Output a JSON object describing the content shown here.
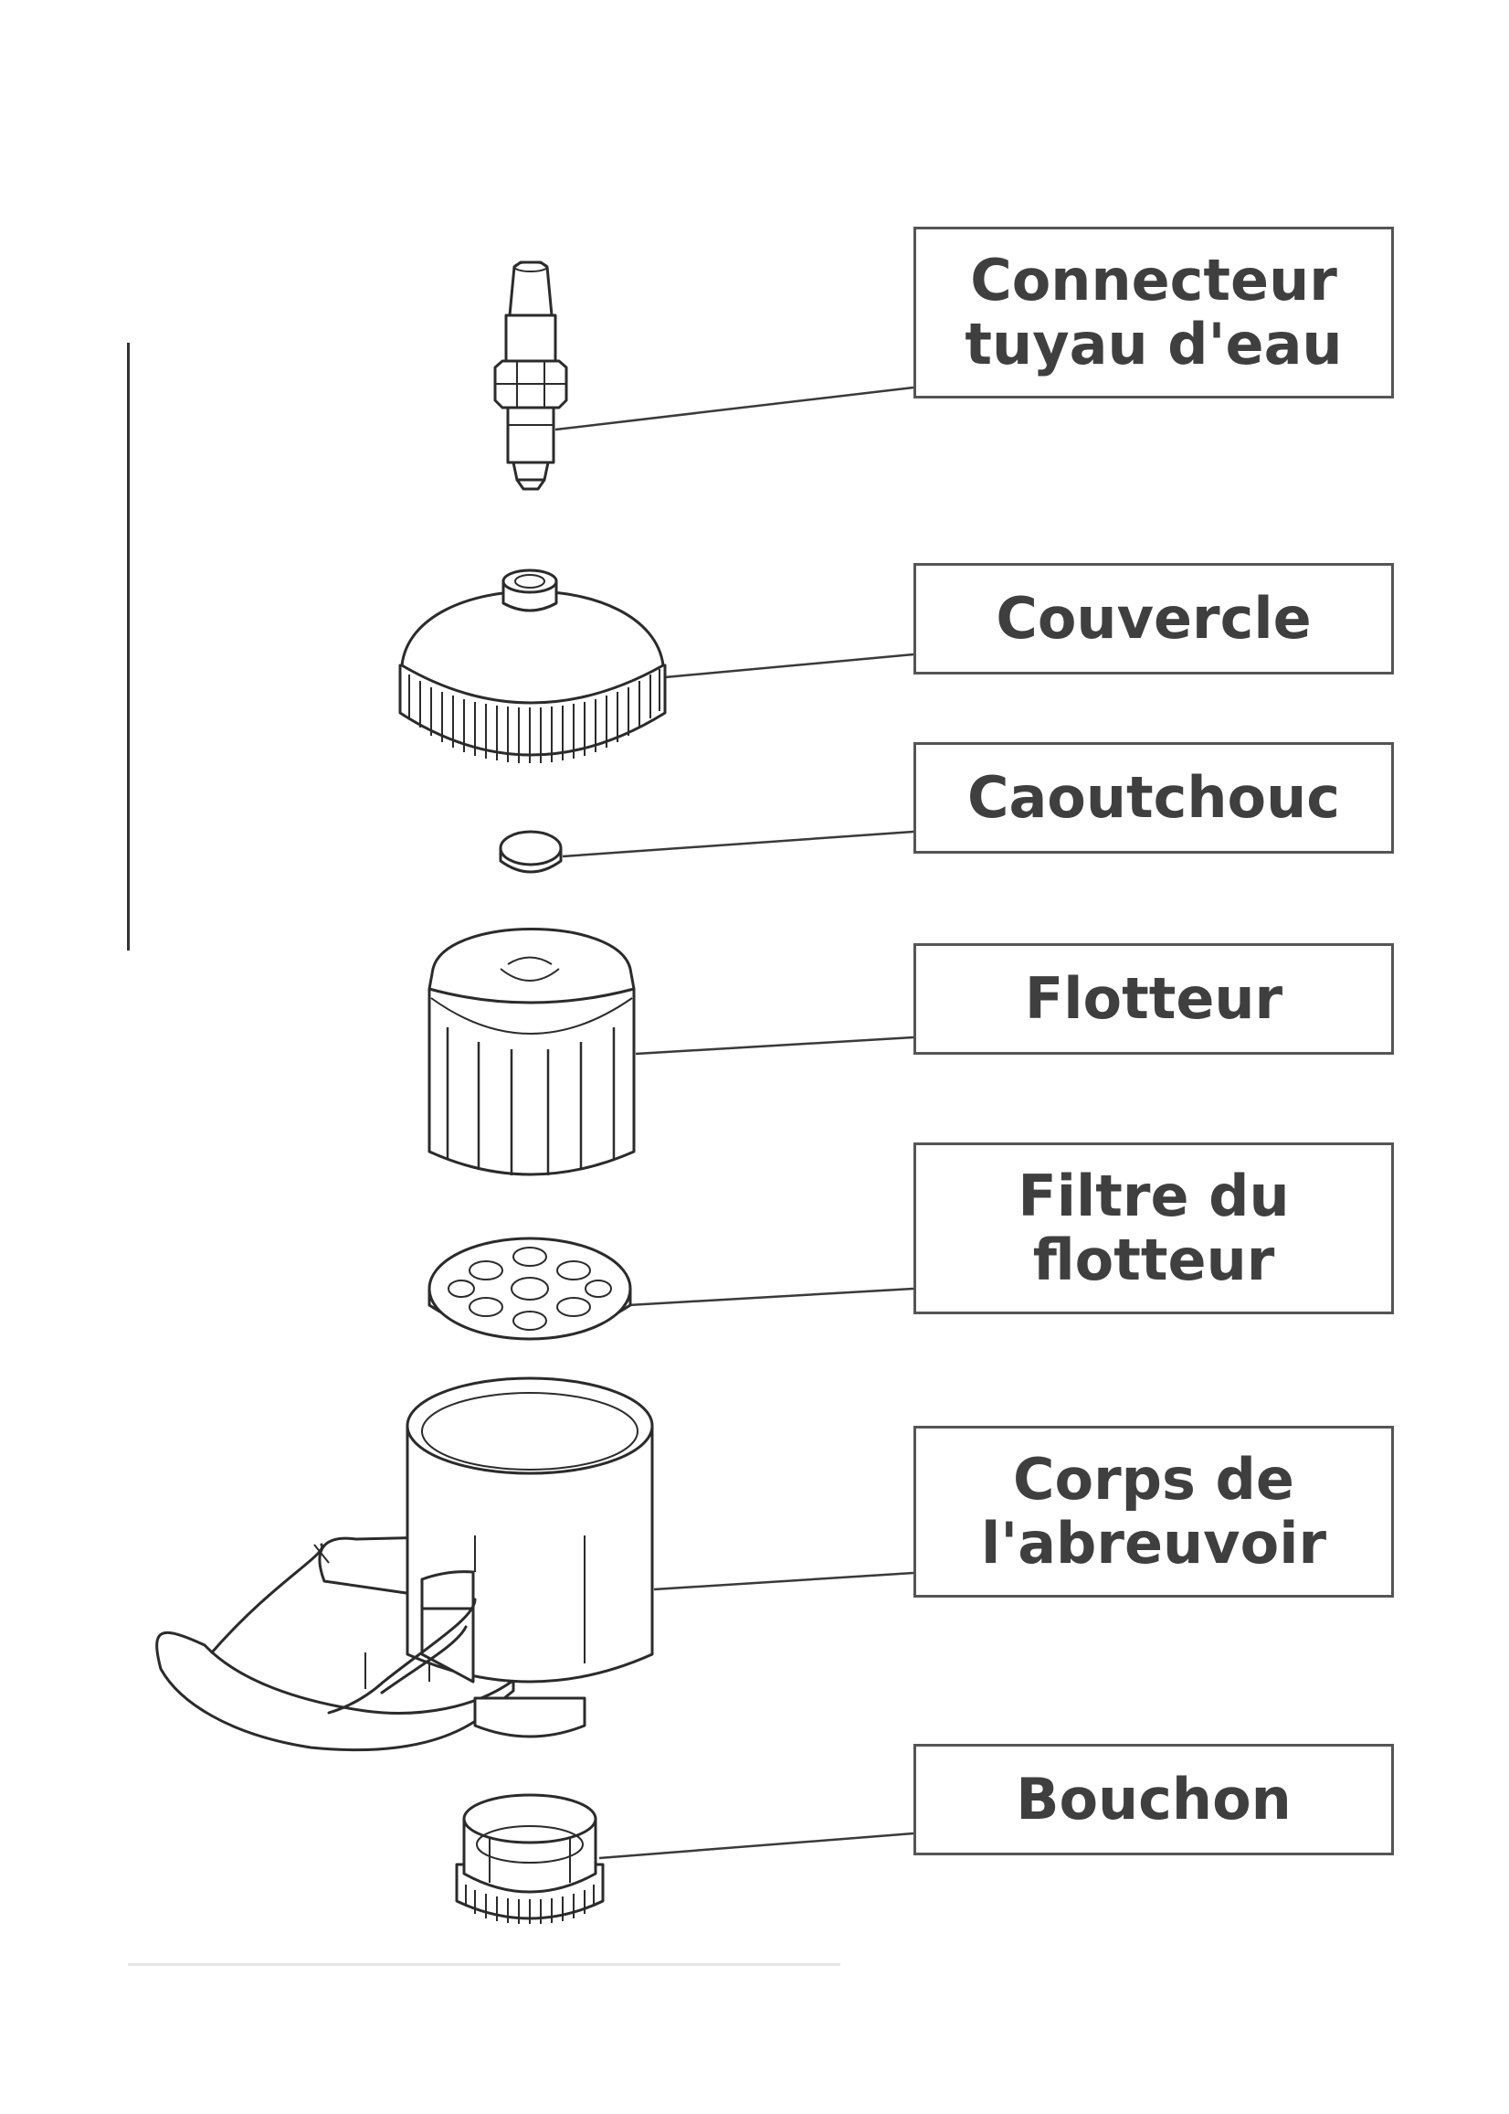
{
  "labels": {
    "connector": [
      "Connecteur",
      "tuyau d'eau"
    ],
    "lid": [
      "Couvercle"
    ],
    "rubber": [
      "Caoutchouc"
    ],
    "float": [
      "Flotteur"
    ],
    "float_filter": [
      "Filtre du",
      "flotteur"
    ],
    "body": [
      "Corps de",
      "l'abreuvoir"
    ],
    "cap": [
      "Bouchon"
    ]
  }
}
